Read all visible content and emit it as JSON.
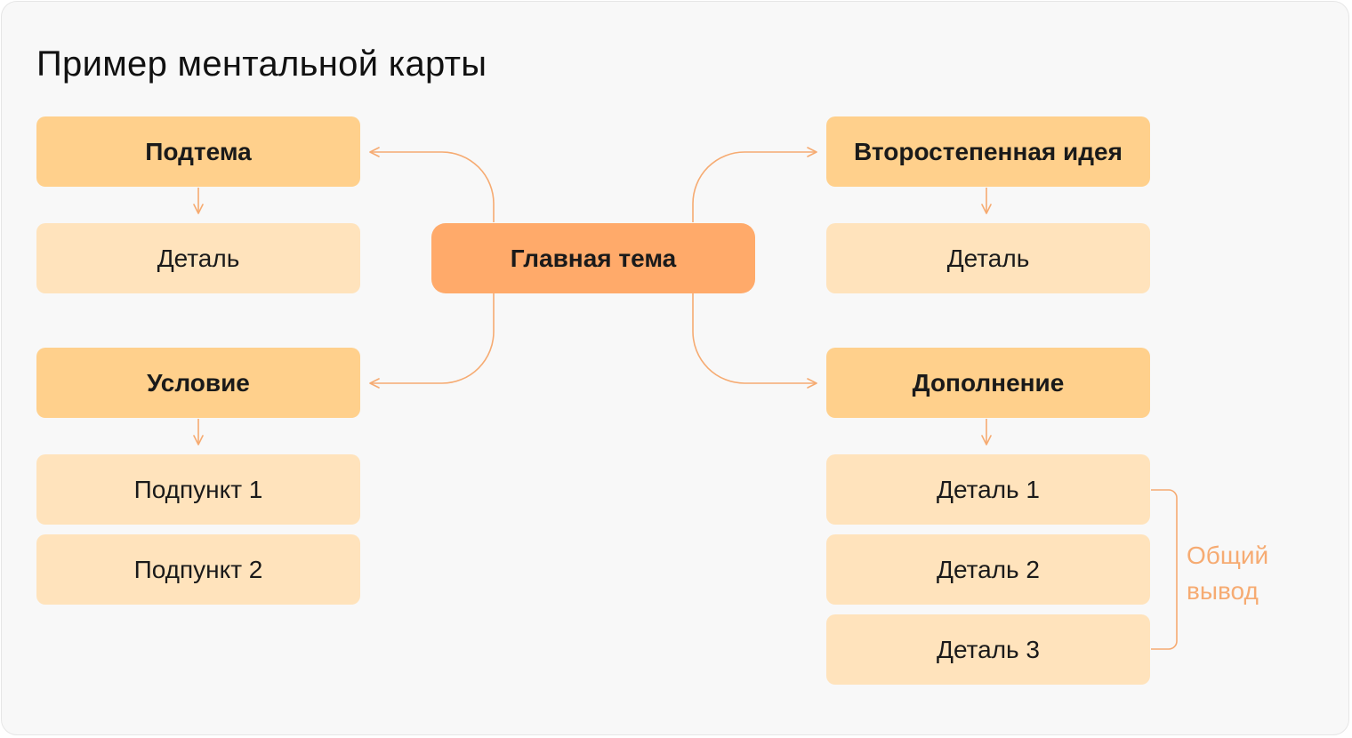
{
  "title": "Пример ментальной карты",
  "center": {
    "label": "Главная тема"
  },
  "branches": {
    "top_left": {
      "label": "Подтема",
      "details": [
        "Деталь"
      ]
    },
    "bottom_left": {
      "label": "Условие",
      "details": [
        "Подпункт 1",
        "Подпункт 2"
      ]
    },
    "top_right": {
      "label": "Второстепенная идея",
      "details": [
        "Деталь"
      ]
    },
    "bottom_right": {
      "label": "Дополнение",
      "details": [
        "Деталь 1",
        "Деталь 2",
        "Деталь 3"
      ]
    }
  },
  "summary": {
    "line1": "Общий",
    "line2": "вывод"
  },
  "colors": {
    "background": "#f8f8f8",
    "main_node": "#ffaa6a",
    "subtopic_node": "#ffd08c",
    "detail_node": "#ffe3bc",
    "connector": "#f6ab72",
    "summary_text": "#f6ab72"
  }
}
